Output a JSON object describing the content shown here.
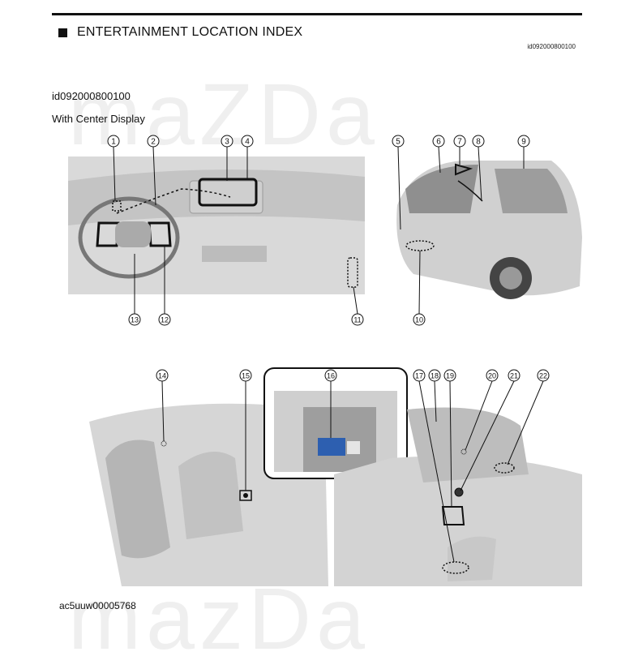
{
  "header": {
    "title": "ENTERTAINMENT LOCATION INDEX",
    "doc_id_small": "id092000800100"
  },
  "doc_id": "id092000800100",
  "subheading": "With Center Display",
  "watermark": {
    "top": "maZDa",
    "bottom": "mazDa"
  },
  "figure_id": "ac5uuw00005768",
  "callouts": {
    "dashboard": [
      "1",
      "2",
      "3",
      "4",
      "13",
      "12",
      "11"
    ],
    "rear": [
      "5",
      "6",
      "7",
      "8",
      "9",
      "10"
    ],
    "interior_left": [
      "14",
      "15"
    ],
    "inset": [
      "16"
    ],
    "interior_right": [
      "17",
      "18",
      "19",
      "20",
      "21",
      "22"
    ]
  },
  "colors": {
    "highlight": "#2d5fb0",
    "ink": "#111111",
    "shade": "#bdbdbd"
  }
}
